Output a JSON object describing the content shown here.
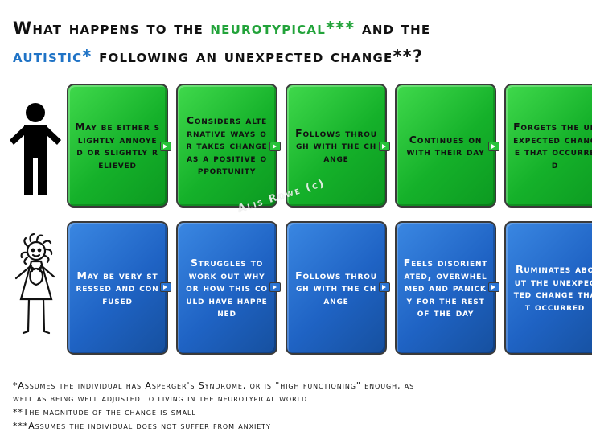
{
  "title": {
    "line1_a": "What happens to the ",
    "line1_b": "neurotypical***",
    "line1_c": " and the",
    "line2_a": "autistic*",
    "line2_b": " following an unexpected change**?"
  },
  "rows": {
    "neurotypical": [
      "May be either slightly annoyed or slightly relieved",
      "Considers alternative ways or takes change as a positive opportunity",
      "Follows through with the change",
      "Continues on with their day",
      "Forgets the unexpected change that occurred"
    ],
    "autistic": [
      "May be very stressed and confused",
      "Struggles to work out why or how this could have happened",
      "Follows through with the change",
      "Feels disorientated, overwhelmed and panicky for the rest of the day",
      "Ruminates about the unexpected change that occurred"
    ]
  },
  "watermark": "Alis Rowe (c)",
  "footnotes": {
    "one_a": "*Assumes the individual has Asperger's Syndrome, or is \"high functioning\" enough, as",
    "one_b": "well as being well adjusted to living in the neurotypical world",
    "two": "**The magnitude of the change is small",
    "three": "***Assumes the individual does not suffer from anxiety"
  },
  "colors": {
    "neurotypical": "#22a33a",
    "autistic": "#1f73c6"
  },
  "icons": [
    "stick-figure-icon",
    "girl-with-cat-icon",
    "arrow-right-icon"
  ]
}
